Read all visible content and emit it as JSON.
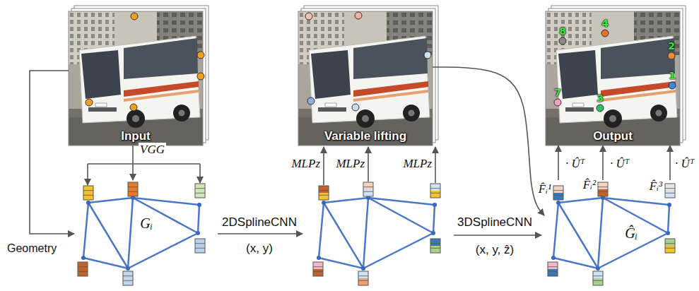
{
  "diagram": {
    "nodes": [
      {
        "text": [
          "Input"
        ]
      },
      {
        "text": [
          "Variable lifting"
        ]
      },
      {
        "text": [
          "Output"
        ]
      },
      {
        "text": [
          "Gᵢ"
        ]
      },
      {
        "text": [
          "Ĝᵢ"
        ]
      }
    ],
    "edges": [
      {
        "from": 0,
        "to": 3,
        "arrow": "to",
        "label": "VGG"
      },
      {
        "from": 0,
        "to": 3,
        "arrow": "to",
        "label": "Geometry"
      },
      {
        "from": 1,
        "to": 4,
        "arrow": "to"
      },
      {
        "from": 4,
        "to": 2,
        "arrow": "to",
        "label": "· Ûᵀ"
      },
      {
        "from": 4,
        "to": 2,
        "arrow": "to",
        "label": "· Ûᵀ"
      },
      {
        "from": 4,
        "to": 2,
        "arrow": "to",
        "label": "· Ûᵀ"
      }
    ],
    "labels": [
      "8",
      "4",
      "2",
      "1",
      "7",
      "3",
      "MLPz",
      "MLPz",
      "MLPz",
      "2DSplineCNN",
      "(x, y)",
      "3DSplineCNN",
      "(x, y, ẑ)",
      "F̂ᵢ¹",
      "F̂ᵢ²",
      "F̂ᵢ³"
    ]
  }
}
